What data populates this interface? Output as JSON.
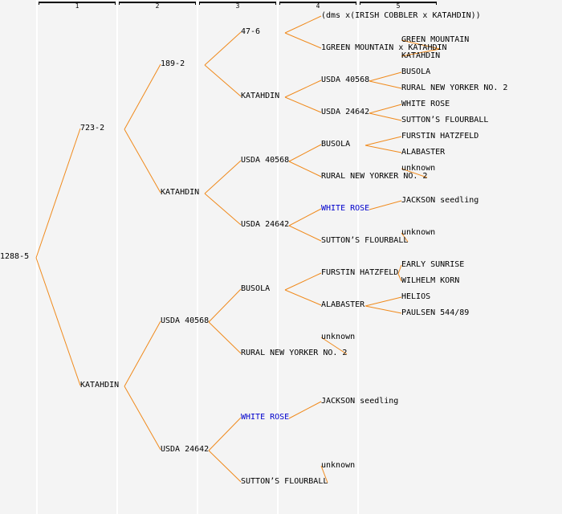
{
  "generations": [
    "1",
    "2",
    "3",
    "4",
    "5"
  ],
  "colors": {
    "line": "#f08a1c",
    "link": "#0000cc",
    "background": "#f4f4f4"
  },
  "tree": {
    "name": "1288-5",
    "parents": [
      {
        "name": "723-2",
        "parents": [
          {
            "name": "189-2",
            "parents": [
              {
                "name": "47-6",
                "parents": [
                  {
                    "name": "(dms x(IRISH COBBLER x KATAHDIN))"
                  },
                  {
                    "name": "1GREEN MOUNTAIN x KATAHDIN",
                    "parents": [
                      {
                        "name": "GREEN MOUNTAIN"
                      },
                      {
                        "name": "KATAHDIN"
                      }
                    ]
                  }
                ]
              },
              {
                "name": "KATAHDIN",
                "parents": [
                  {
                    "name": "USDA 40568",
                    "parents": [
                      {
                        "name": "BUSOLA"
                      },
                      {
                        "name": "RURAL NEW YORKER NO. 2"
                      }
                    ]
                  },
                  {
                    "name": "USDA 24642",
                    "parents": [
                      {
                        "name": "WHITE ROSE"
                      },
                      {
                        "name": "SUTTON’S FLOURBALL"
                      }
                    ]
                  }
                ]
              }
            ]
          },
          {
            "name": "KATAHDIN",
            "parents": [
              {
                "name": "USDA 40568",
                "parents": [
                  {
                    "name": "BUSOLA",
                    "parents": [
                      {
                        "name": "FURSTIN HATZFELD"
                      },
                      {
                        "name": "ALABASTER"
                      }
                    ]
                  },
                  {
                    "name": "RURAL NEW YORKER NO. 2",
                    "parents": [
                      {
                        "name": "unknown"
                      }
                    ]
                  }
                ]
              },
              {
                "name": "USDA 24642",
                "parents": [
                  {
                    "name": "WHITE ROSE",
                    "link": true,
                    "parents": [
                      {
                        "name": "JACKSON seedling"
                      }
                    ]
                  },
                  {
                    "name": "SUTTON’S FLOURBALL",
                    "parents": [
                      {
                        "name": "unknown"
                      }
                    ]
                  }
                ]
              }
            ]
          }
        ]
      },
      {
        "name": "KATAHDIN",
        "parents": [
          {
            "name": "USDA 40568",
            "parents": [
              {
                "name": "BUSOLA",
                "parents": [
                  {
                    "name": "FURSTIN HATZFELD",
                    "parents": [
                      {
                        "name": "EARLY SUNRISE"
                      },
                      {
                        "name": "WILHELM KORN"
                      }
                    ]
                  },
                  {
                    "name": "ALABASTER",
                    "parents": [
                      {
                        "name": "HELIOS"
                      },
                      {
                        "name": "PAULSEN 544/89"
                      }
                    ]
                  }
                ]
              },
              {
                "name": "RURAL NEW YORKER NO. 2",
                "parents": [
                  {
                    "name": "unknown"
                  }
                ]
              }
            ]
          },
          {
            "name": "USDA 24642",
            "parents": [
              {
                "name": "WHITE ROSE",
                "link": true,
                "parents": [
                  {
                    "name": "JACKSON seedling"
                  }
                ]
              },
              {
                "name": "SUTTON’S FLOURBALL",
                "parents": [
                  {
                    "name": "unknown"
                  }
                ]
              }
            ]
          }
        ]
      }
    ]
  }
}
